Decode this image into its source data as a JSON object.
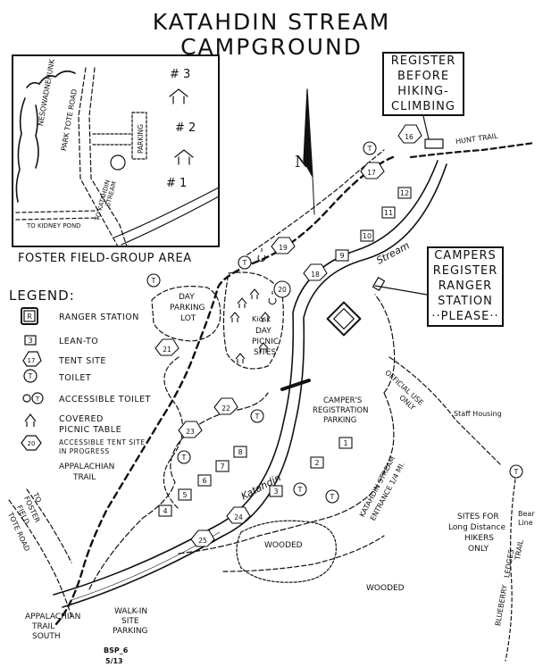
{
  "title": {
    "line1": "KATAHDIN STREAM",
    "line2": "CAMPGROUND"
  },
  "register_box": [
    "REGISTER",
    "BEFORE",
    "HIKING-",
    "CLIMBING"
  ],
  "campers_box": [
    "CAMPERS",
    "REGISTER",
    "RANGER",
    "STATION",
    "··PLEASE··"
  ],
  "inset": {
    "caption": "FOSTER FIELD-GROUP AREA",
    "labels": {
      "nesowadnehunk": "NESOWADNEHUNK",
      "park_tote_road": "PARK TOTE ROAD",
      "parking": "PARKING",
      "to_katahdin": "TO KATAHDIN",
      "stream": "STREAM",
      "to_kidney_pond": "TO KIDNEY POND",
      "site3": "# 3",
      "site2": "# 2",
      "site1": "# 1"
    }
  },
  "legend": {
    "title": "LEGEND:",
    "items": [
      {
        "symbol": "R",
        "label": "RANGER STATION"
      },
      {
        "symbol": "3",
        "label": "LEAN-TO"
      },
      {
        "symbol": "17",
        "label": "TENT SITE"
      },
      {
        "symbol": "T",
        "label": "TOILET"
      },
      {
        "symbol": "accessible",
        "label": "ACCESSIBLE TOILET"
      },
      {
        "symbol": "picnic",
        "label": "COVERED",
        "label2": "PICNIC TABLE"
      },
      {
        "symbol": "20",
        "label": "ACCESSIBLE TENT SITE",
        "label2": "IN PROGRESS"
      }
    ]
  },
  "map_labels": {
    "hunt_trail": "HUNT TRAIL",
    "stream": "Stream",
    "katahdin": "Katahdin",
    "day": "DAY",
    "parking": "PARKING",
    "lot": "LOT",
    "kiosk": "Kiosk",
    "day_picnic_1": "DAY",
    "day_picnic_2": "PICNIC",
    "day_picnic_3": "SITES",
    "official_use": "OFFICIAL USE",
    "only": "ONLY",
    "staff_housing": "Staff Housing",
    "registration_1": "CAMPER'S",
    "registration_2": "REGISTRATION",
    "registration_3": "PARKING",
    "appalachian_trail_1": "APPALACHIAN",
    "appalachian_trail_2": "TRAIL",
    "to_foster_1": "TO",
    "to_foster_2": "FOSTER",
    "to_foster_3": "FIELD",
    "to_foster_4": "TOTE ROAD",
    "entrance_1": "KATAHDIN STREAM",
    "entrance_2": "ENTRANCE 1/4 MI.",
    "sites_ld_1": "SITES FOR",
    "sites_ld_2": "Long Distance",
    "sites_ld_3": "HIKERS",
    "sites_ld_4": "ONLY",
    "bear_1": "Bear",
    "bear_2": "Line",
    "blueberry_1": "BLUEBERRY",
    "blueberry_2": "LEDGES",
    "blueberry_3": "TRAIL",
    "wooded_1": "WOODED",
    "wooded_2": "WOODED",
    "at_south_1": "APPALACHIAN",
    "at_south_2": "TRAIL",
    "at_south_3": "SOUTH",
    "walkin_1": "WALK-IN",
    "walkin_2": "SITE",
    "walkin_3": "PARKING",
    "north": "N"
  },
  "lean_tos": [
    "1",
    "2",
    "3",
    "4",
    "5",
    "6",
    "7",
    "8",
    "9",
    "10",
    "11",
    "12"
  ],
  "tent_sites": [
    "16",
    "17",
    "18",
    "19",
    "21",
    "22",
    "23",
    "24",
    "25"
  ],
  "footer": {
    "code1": "BSP_6",
    "code2": "5/13"
  }
}
